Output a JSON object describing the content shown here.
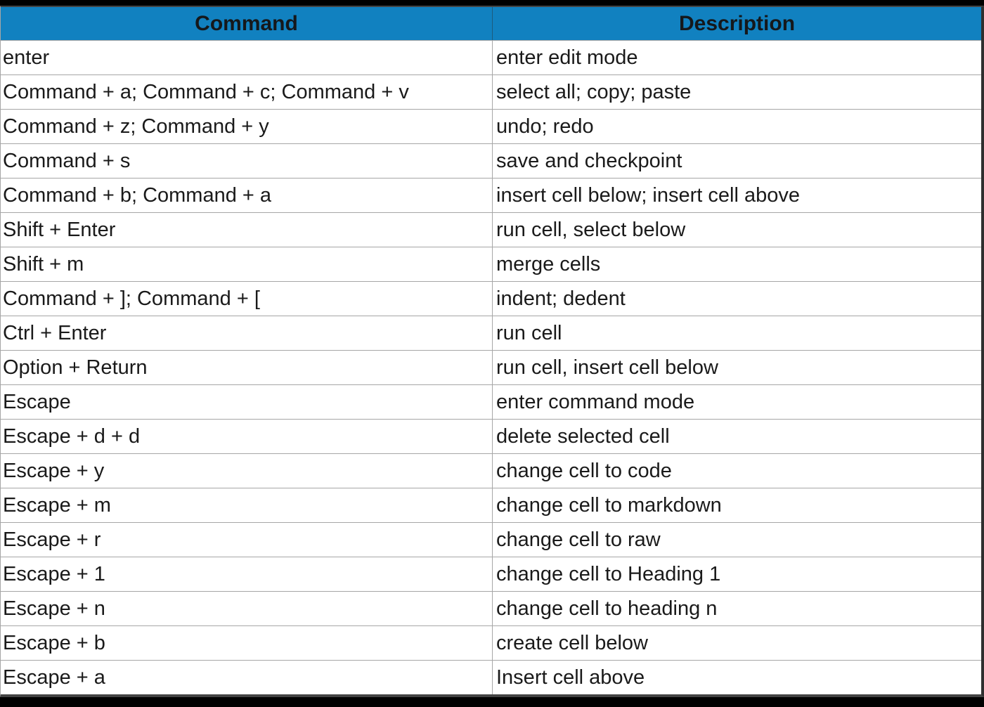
{
  "table": {
    "columns": [
      {
        "key": "command",
        "label": "Command"
      },
      {
        "key": "description",
        "label": "Description"
      }
    ],
    "rows": [
      {
        "command": "enter",
        "description": "enter edit mode"
      },
      {
        "command": "Command + a; Command + c; Command + v",
        "description": "select all; copy; paste"
      },
      {
        "command": "Command + z; Command + y",
        "description": "undo; redo"
      },
      {
        "command": "Command + s",
        "description": "save and checkpoint"
      },
      {
        "command": "Command + b; Command + a",
        "description": "insert cell below; insert cell above"
      },
      {
        "command": "Shift + Enter",
        "description": "run cell, select below"
      },
      {
        "command": "Shift + m",
        "description": "merge cells"
      },
      {
        "command": "Command + ]; Command + [",
        "description": "indent; dedent"
      },
      {
        "command": "Ctrl + Enter",
        "description": "run cell"
      },
      {
        "command": "Option + Return",
        "description": "run cell, insert cell below"
      },
      {
        "command": "Escape",
        "description": "enter command mode"
      },
      {
        "command": "Escape + d + d",
        "description": "delete selected cell"
      },
      {
        "command": "Escape + y",
        "description": "change cell to code"
      },
      {
        "command": "Escape + m",
        "description": "change cell to markdown"
      },
      {
        "command": "Escape + r",
        "description": "change cell to raw"
      },
      {
        "command": "Escape + 1",
        "description": "change cell to Heading 1"
      },
      {
        "command": "Escape + n",
        "description": "change cell to heading n"
      },
      {
        "command": "Escape + b",
        "description": "create cell below"
      },
      {
        "command": "Escape + a",
        "description": "Insert cell above"
      }
    ]
  },
  "colors": {
    "header_bg": "#1181c0",
    "header_text": "#15181b",
    "body_text": "#1a1a1a",
    "grid_line": "#a6a6a6",
    "outer_frame": "#000000"
  }
}
